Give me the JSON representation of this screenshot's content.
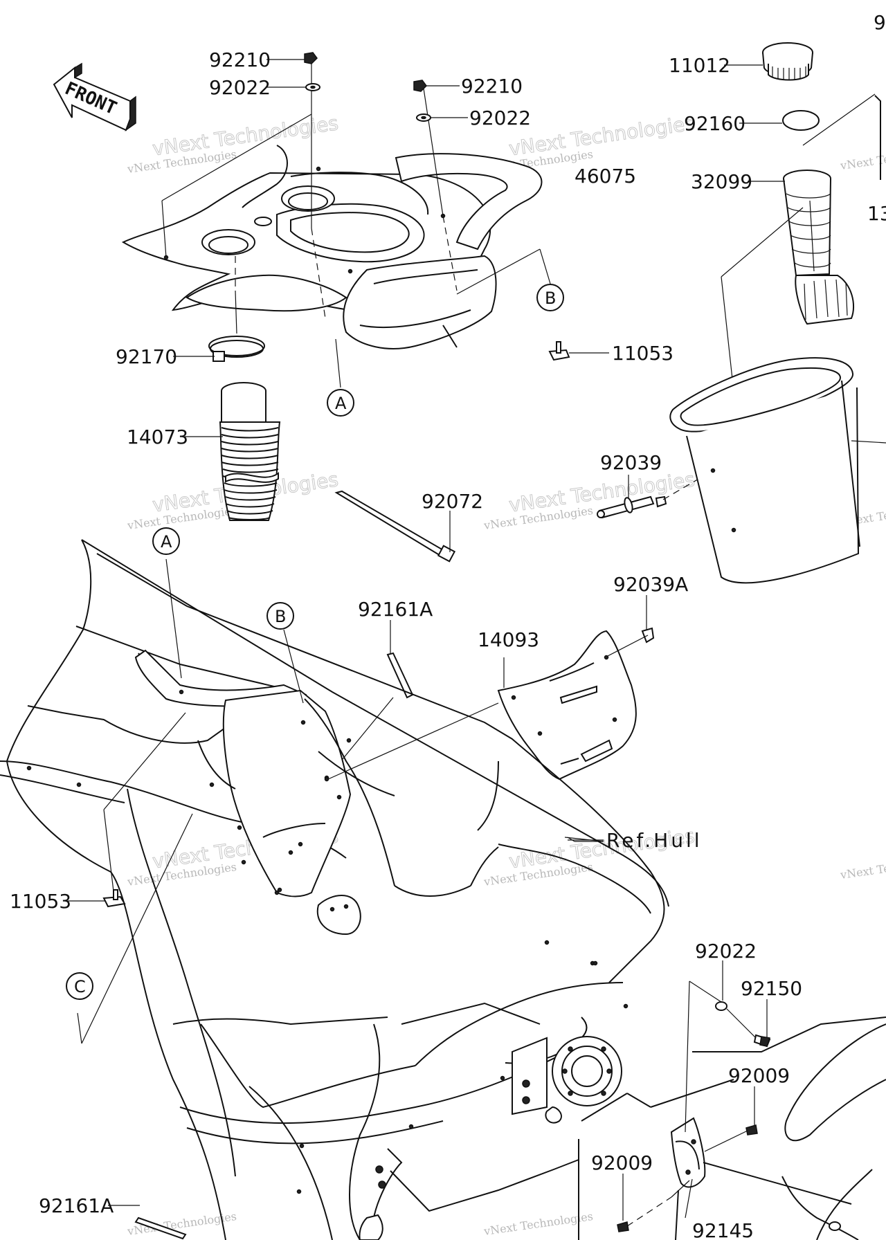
{
  "front_arrow": {
    "label": "FRONT"
  },
  "watermark": {
    "line1": "vNext Technologies",
    "line2": "vNext Technologies"
  },
  "parts": [
    {
      "id": "p92210a",
      "number": "92210"
    },
    {
      "id": "p92022a",
      "number": "92022"
    },
    {
      "id": "p92210b",
      "number": "92210"
    },
    {
      "id": "p92022b",
      "number": "92022"
    },
    {
      "id": "p46075",
      "number": "46075"
    },
    {
      "id": "p11012",
      "number": "11012"
    },
    {
      "id": "p92160",
      "number": "92160"
    },
    {
      "id": "p32099",
      "number": "32099"
    },
    {
      "id": "p92170",
      "number": "92170"
    },
    {
      "id": "p11053a",
      "number": "11053"
    },
    {
      "id": "p14073",
      "number": "14073"
    },
    {
      "id": "p92039",
      "number": "92039"
    },
    {
      "id": "p92072",
      "number": "92072"
    },
    {
      "id": "p92039A",
      "number": "92039A"
    },
    {
      "id": "p92161Aa",
      "number": "92161A"
    },
    {
      "id": "p14093",
      "number": "14093"
    },
    {
      "id": "refhull",
      "number": "Ref.Hull"
    },
    {
      "id": "p11053b",
      "number": "11053"
    },
    {
      "id": "p92022c",
      "number": "92022"
    },
    {
      "id": "p92150",
      "number": "92150"
    },
    {
      "id": "p92009a",
      "number": "92009"
    },
    {
      "id": "p92009b",
      "number": "92009"
    },
    {
      "id": "p92161Ab",
      "number": "92161A"
    },
    {
      "id": "p92145",
      "number": "92145"
    },
    {
      "id": "edge_top",
      "number": "9"
    },
    {
      "id": "edge_mid",
      "number": "13"
    }
  ],
  "callouts": {
    "a1": "A",
    "a2": "A",
    "b1": "B",
    "b2": "B",
    "c1": "C"
  }
}
